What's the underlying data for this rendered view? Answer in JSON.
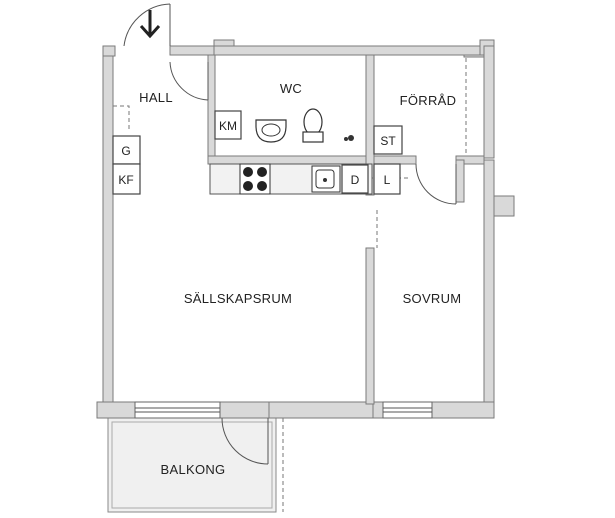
{
  "rooms": {
    "hall": "HALL",
    "wc": "WC",
    "forrad": "FÖRRÅD",
    "sallskapsrum": "SÄLLSKAPSRUM",
    "sovrum": "SOVRUM",
    "balkong": "BALKONG"
  },
  "fixtures": {
    "km": "KM",
    "g": "G",
    "kf": "KF",
    "st": "ST",
    "d": "D",
    "l": "L"
  },
  "colors": {
    "wall_fill": "#d9d9d9",
    "wall_stroke": "#7a7a7a",
    "balcony_fill": "#f0f0f0"
  },
  "icons": [
    "entrance-arrow-icon",
    "sink-icon",
    "toilet-icon",
    "stove-icon",
    "kitchen-sink-icon"
  ]
}
